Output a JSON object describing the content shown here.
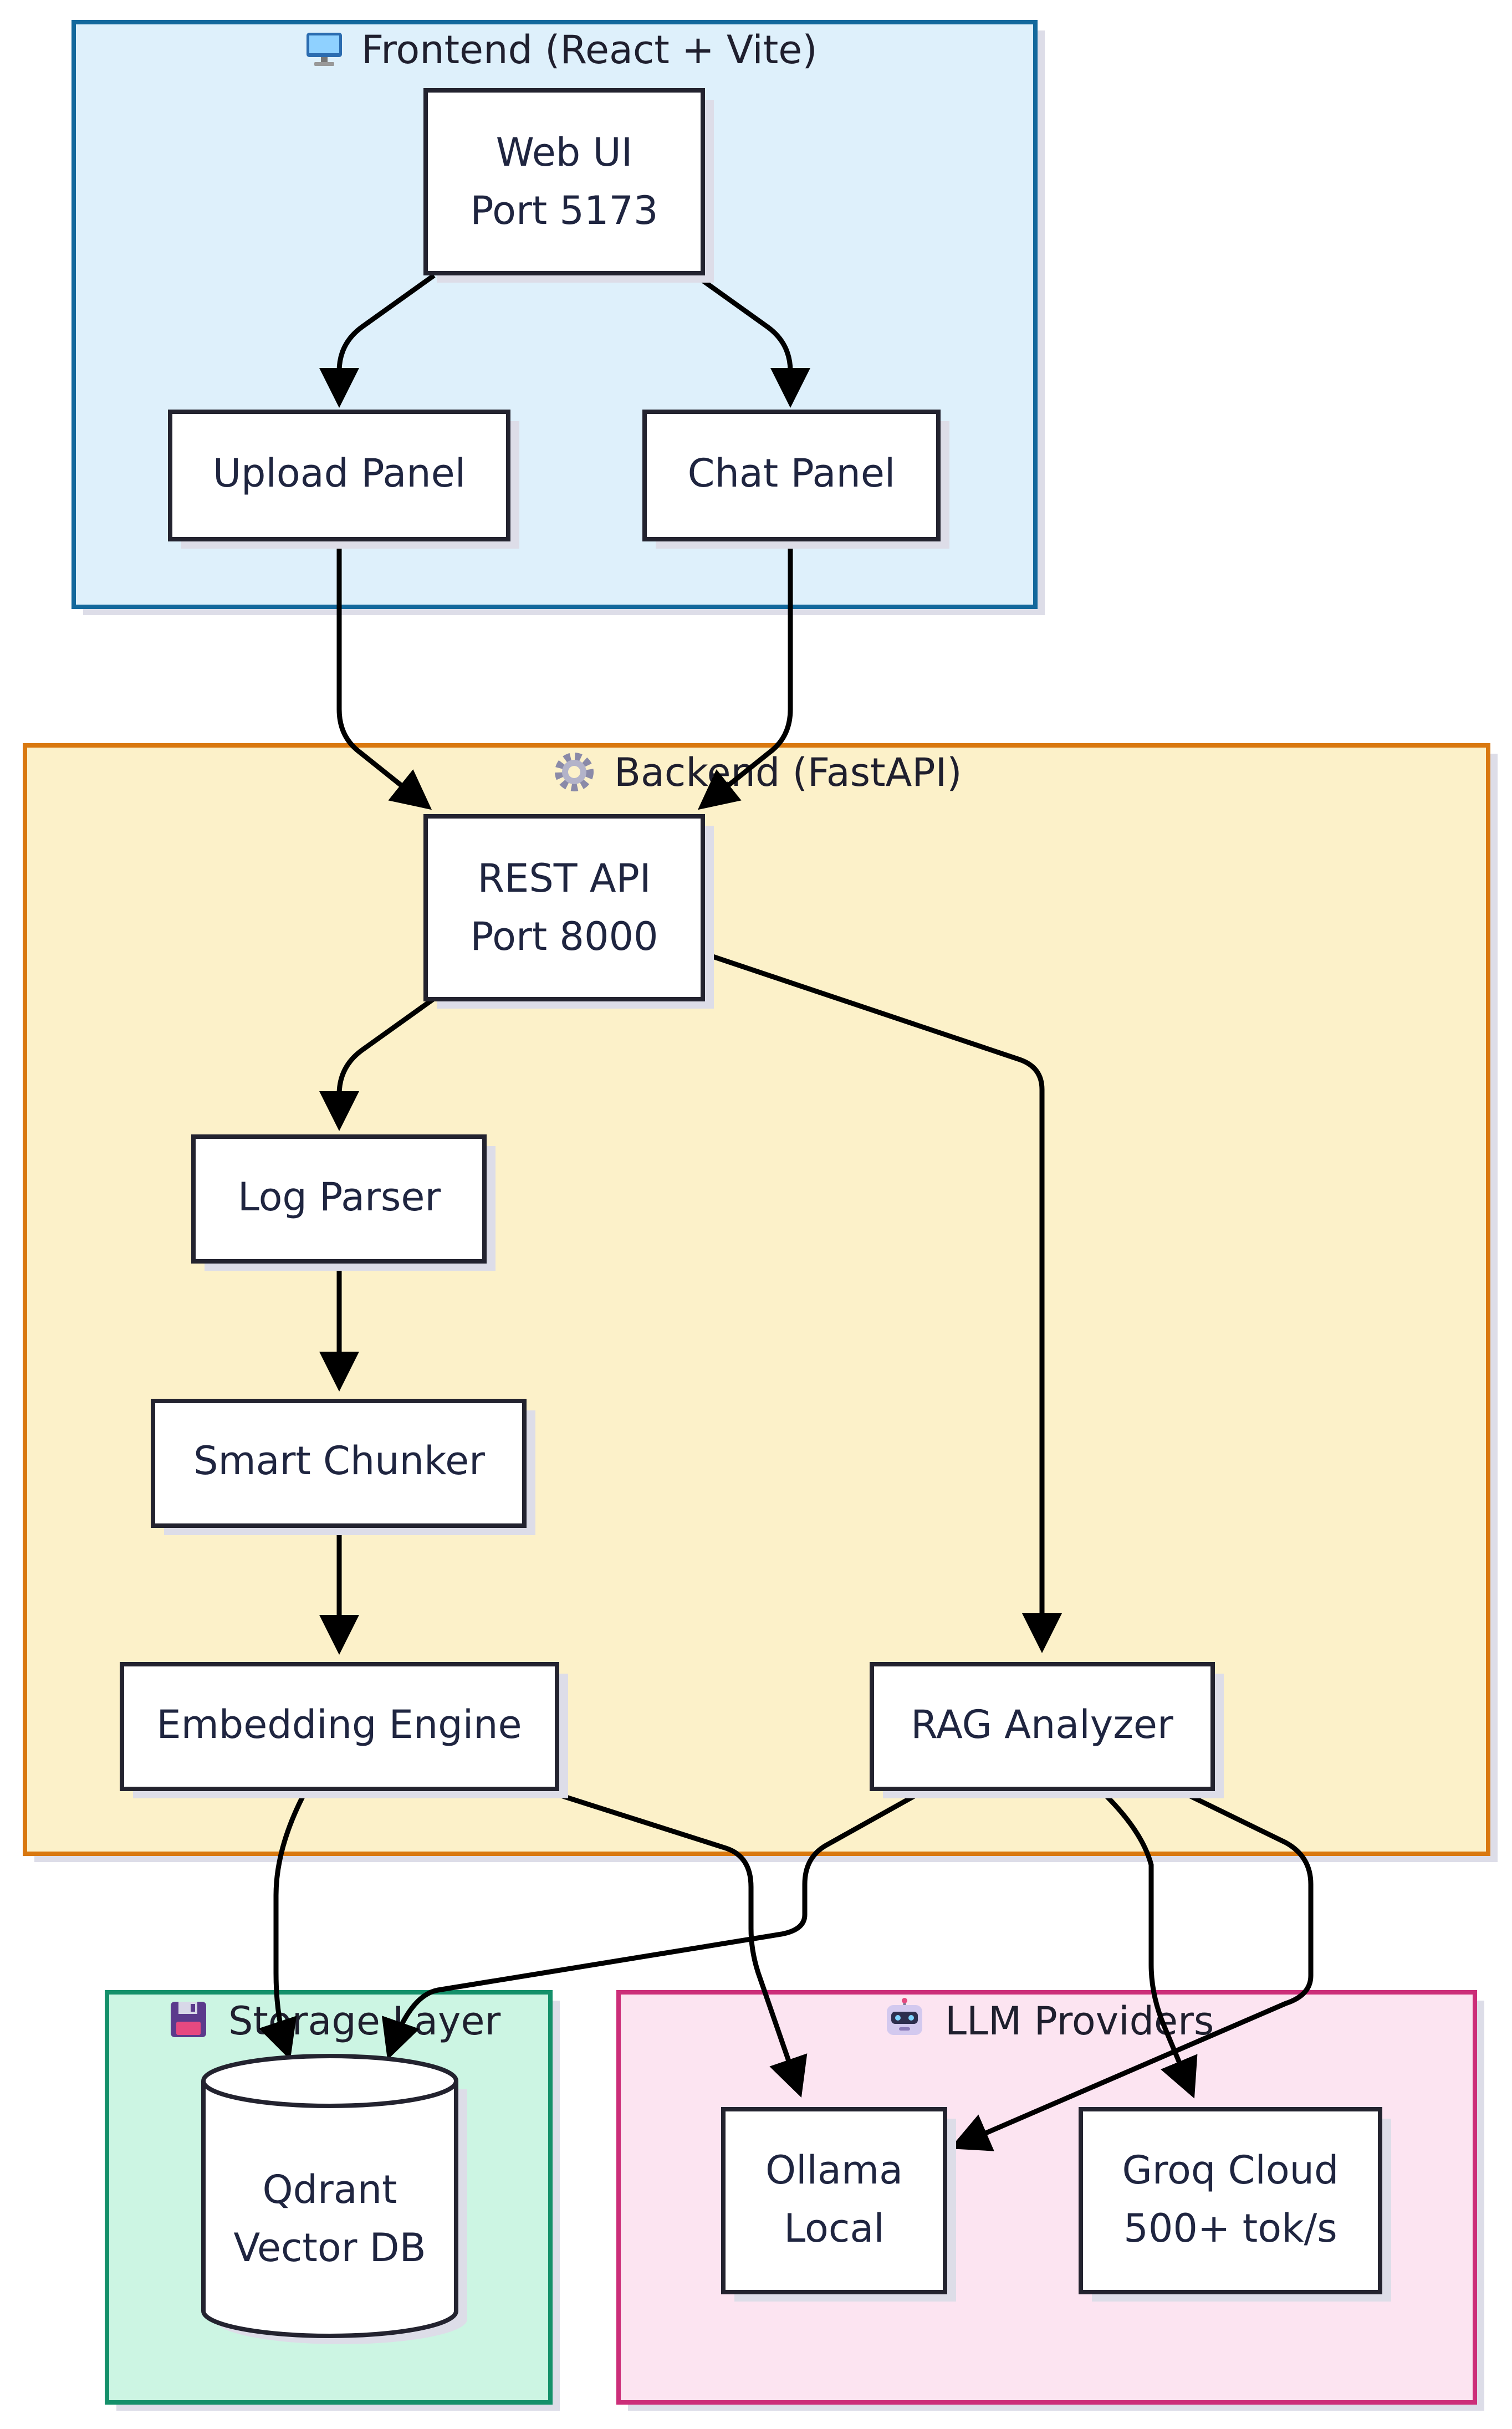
{
  "groups": {
    "frontend": {
      "icon": "desktop-computer-icon",
      "label": "Frontend (React + Vite)",
      "fill": "#DEF0FB",
      "stroke": "#13689C"
    },
    "backend": {
      "icon": "gear-icon",
      "label": "Backend (FastAPI)",
      "fill": "#FCF1C9",
      "stroke": "#D9780F"
    },
    "storage": {
      "icon": "floppy-disk-icon",
      "label": "Storage Layer",
      "fill": "#CCF5E3",
      "stroke": "#14906A"
    },
    "llm": {
      "icon": "robot-icon",
      "label": "LLM Providers",
      "fill": "#FCE4F1",
      "stroke": "#CC2E79"
    }
  },
  "nodes": {
    "web_ui": {
      "line1": "Web UI",
      "line2": "Port 5173"
    },
    "upload_panel": {
      "label": "Upload Panel"
    },
    "chat_panel": {
      "label": "Chat Panel"
    },
    "rest_api": {
      "line1": "REST API",
      "line2": "Port 8000"
    },
    "log_parser": {
      "label": "Log Parser"
    },
    "smart_chunker": {
      "label": "Smart Chunker"
    },
    "embedding_engine": {
      "label": "Embedding Engine"
    },
    "rag_analyzer": {
      "label": "RAG Analyzer"
    },
    "qdrant": {
      "line1": "Qdrant",
      "line2": "Vector DB"
    },
    "ollama": {
      "line1": "Ollama",
      "line2": "Local"
    },
    "groq": {
      "line1": "Groq Cloud",
      "line2": "500+ tok/s"
    }
  },
  "edges": [
    {
      "from": "web_ui",
      "to": "upload_panel"
    },
    {
      "from": "web_ui",
      "to": "chat_panel"
    },
    {
      "from": "upload_panel",
      "to": "rest_api"
    },
    {
      "from": "chat_panel",
      "to": "rest_api"
    },
    {
      "from": "rest_api",
      "to": "log_parser"
    },
    {
      "from": "rest_api",
      "to": "rag_analyzer"
    },
    {
      "from": "log_parser",
      "to": "smart_chunker"
    },
    {
      "from": "smart_chunker",
      "to": "embedding_engine"
    },
    {
      "from": "embedding_engine",
      "to": "qdrant"
    },
    {
      "from": "embedding_engine",
      "to": "ollama"
    },
    {
      "from": "rag_analyzer",
      "to": "qdrant"
    },
    {
      "from": "rag_analyzer",
      "to": "groq"
    },
    {
      "from": "rag_analyzer",
      "to": "ollama"
    }
  ],
  "colors": {
    "node_fill": "#FFFFFF",
    "node_stroke": "#23232F",
    "edge": "#000000",
    "shadow": "#DDDDE8"
  }
}
